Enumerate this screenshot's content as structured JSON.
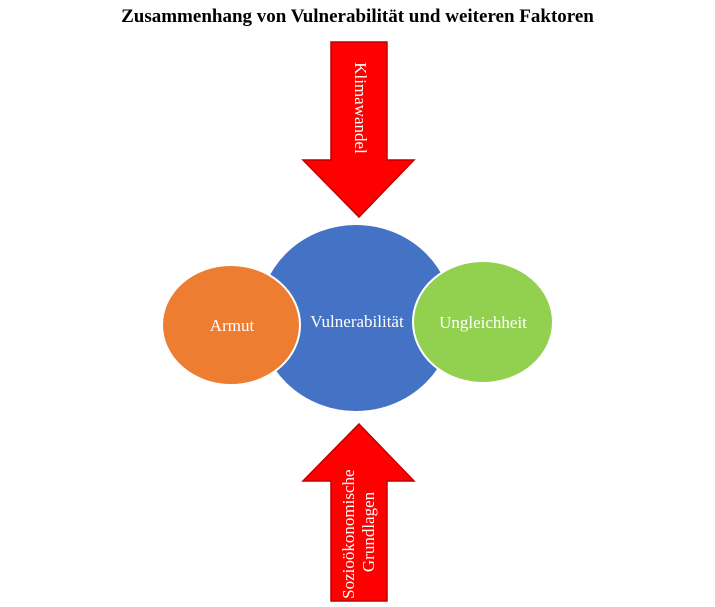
{
  "title": "Zusammenhang von Vulnerabilität und weiteren Faktoren",
  "arrows": {
    "top": {
      "label": "Klimawandel"
    },
    "bottom": {
      "label_line1": "Sozioökonomische",
      "label_line2": "Grundlagen"
    }
  },
  "circles": {
    "left": {
      "label": "Armut"
    },
    "center": {
      "label": "Vulnerabilität"
    },
    "right": {
      "label": "Ungleichheit"
    }
  },
  "colors": {
    "arrow_fill": "#ff0000",
    "arrow_stroke": "#c00000",
    "left_circle": "#ed7d31",
    "center_circle": "#4472c4",
    "right_circle": "#92d050",
    "circle_stroke": "#ffffff",
    "label_text": "#ffffff"
  }
}
